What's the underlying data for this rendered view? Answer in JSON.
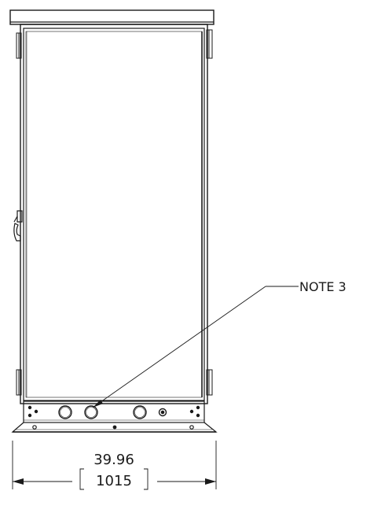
{
  "callout": {
    "text": "NOTE 3"
  },
  "dimension": {
    "primary": "39.96",
    "secondary": "1015"
  }
}
